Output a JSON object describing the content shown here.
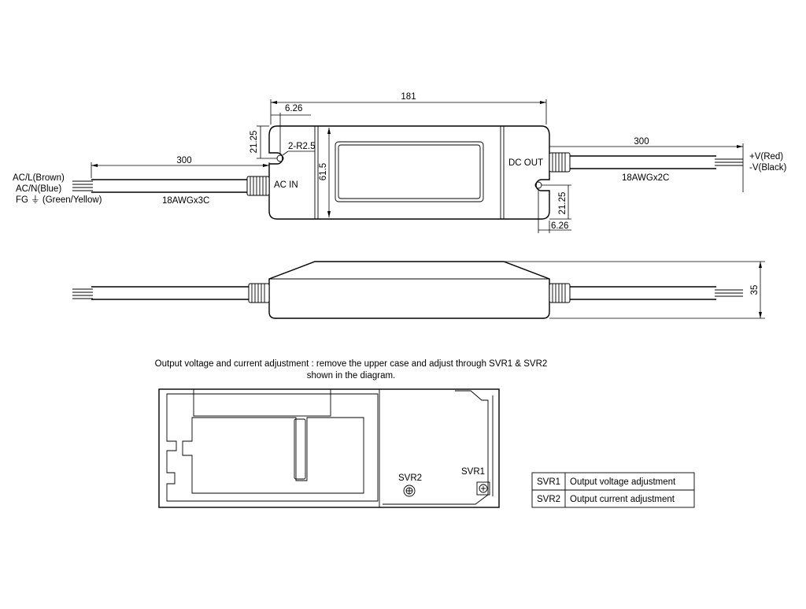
{
  "top_view": {
    "dim_overall_length": "181",
    "dim_slot_offset_left": "6.26",
    "dim_slot_depth_left": "21.25",
    "dim_slot_radius": "2-R2.5",
    "dim_width": "61.5",
    "dim_slot_depth_right": "21.25",
    "dim_slot_offset_right": "6.26",
    "label_ac_in": "AC IN",
    "label_dc_out": "DC OUT",
    "input_cable_length": "300",
    "input_cable_spec": "18AWGx3C",
    "input_wires": [
      "AC/L(Brown)",
      "AC/N(Blue)",
      "FG ⏚ (Green/Yellow)"
    ],
    "output_cable_length": "300",
    "output_cable_spec": "18AWGx2C",
    "output_wires": [
      "+V(Red)",
      "-V(Black)"
    ]
  },
  "side_view": {
    "dim_height": "35"
  },
  "adjustment": {
    "note_line1": "Output voltage and current adjustment : remove the upper case and adjust through SVR1 & SVR2",
    "note_line2": "shown in the diagram.",
    "svr1_label": "SVR1",
    "svr2_label": "SVR2"
  },
  "legend_table": {
    "rows": [
      {
        "code": "SVR1",
        "description": "Output voltage adjustment"
      },
      {
        "code": "SVR2",
        "description": "Output current adjustment"
      }
    ]
  }
}
